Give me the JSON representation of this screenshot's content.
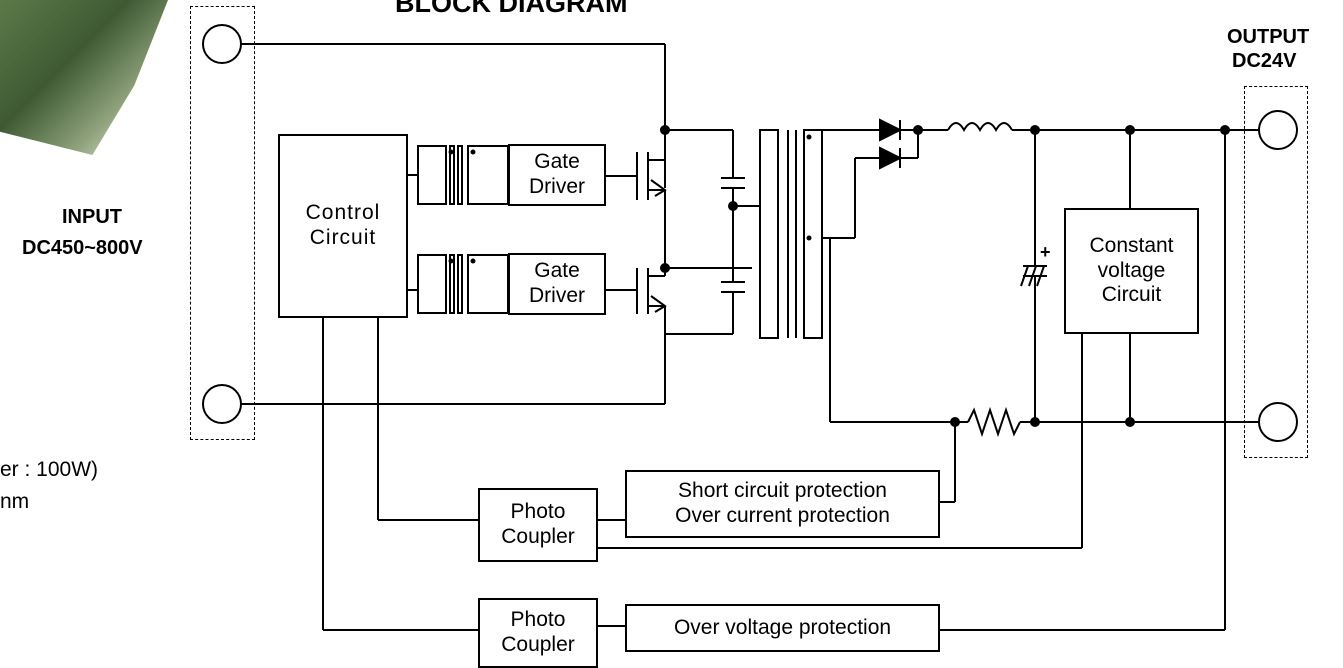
{
  "title": "BLOCK DIAGRAM",
  "input": {
    "line1": "INPUT",
    "line2": "DC450~800V"
  },
  "output": {
    "line1": "OUTPUT",
    "line2": "DC24V"
  },
  "blocks": {
    "control": "Control\nCircuit",
    "gate_driver_1": "Gate\nDriver",
    "gate_driver_2": "Gate\nDriver",
    "constant_voltage": "Constant\nvoltage\nCircuit",
    "protection_1": "Short circuit protection\nOver current protection",
    "photo_coupler_1": "Photo\nCoupler",
    "photo_coupler_2": "Photo\nCoupler",
    "protection_2": "Over voltage protection"
  },
  "partial_text": {
    "line1": "er : 100W)",
    "line2": "nm"
  },
  "capacitor_polarity": "+",
  "colors": {
    "line": "#000000",
    "background": "#ffffff",
    "photo_green": "#4a6a3c"
  }
}
